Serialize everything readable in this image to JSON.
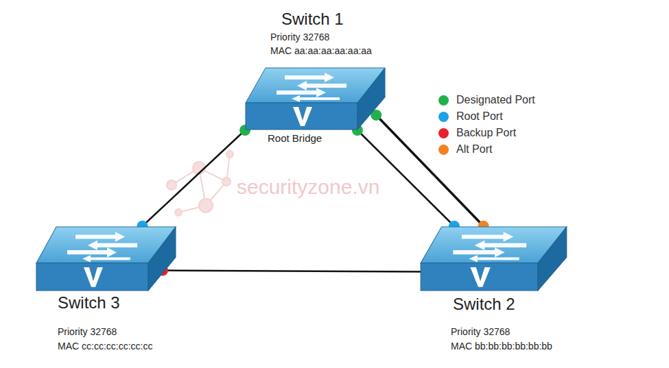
{
  "diagram": {
    "nodes": [
      {
        "text": [
          "Switch 1",
          "Priority 32768",
          "MAC aa:aa:aa:aa:aa:aa",
          "Root Bridge"
        ]
      },
      {
        "text": [
          "Switch 3",
          "Priority 32768",
          "MAC cc:cc:cc:cc:cc:cc"
        ]
      },
      {
        "text": [
          "Switch 2",
          "Priority 32768",
          "MAC bb:bb:bb:bb:bb:bb"
        ]
      }
    ],
    "edges": [
      {
        "from": 0,
        "to": 1,
        "arrow": "none"
      },
      {
        "from": 0,
        "to": 2,
        "arrow": "none"
      },
      {
        "from": 0,
        "to": 2,
        "arrow": "none"
      },
      {
        "from": 1,
        "to": 2,
        "arrow": "none"
      }
    ],
    "labels": [
      "securityzone.vn"
    ],
    "legend": [
      {
        "text": "Designated Port",
        "color": "#21b14b"
      },
      {
        "text": "Root Port",
        "color": "#1aa3e8"
      },
      {
        "text": "Backup Port",
        "color": "#e8212b"
      },
      {
        "text": "Alt Port",
        "color": "#f58220"
      }
    ]
  }
}
